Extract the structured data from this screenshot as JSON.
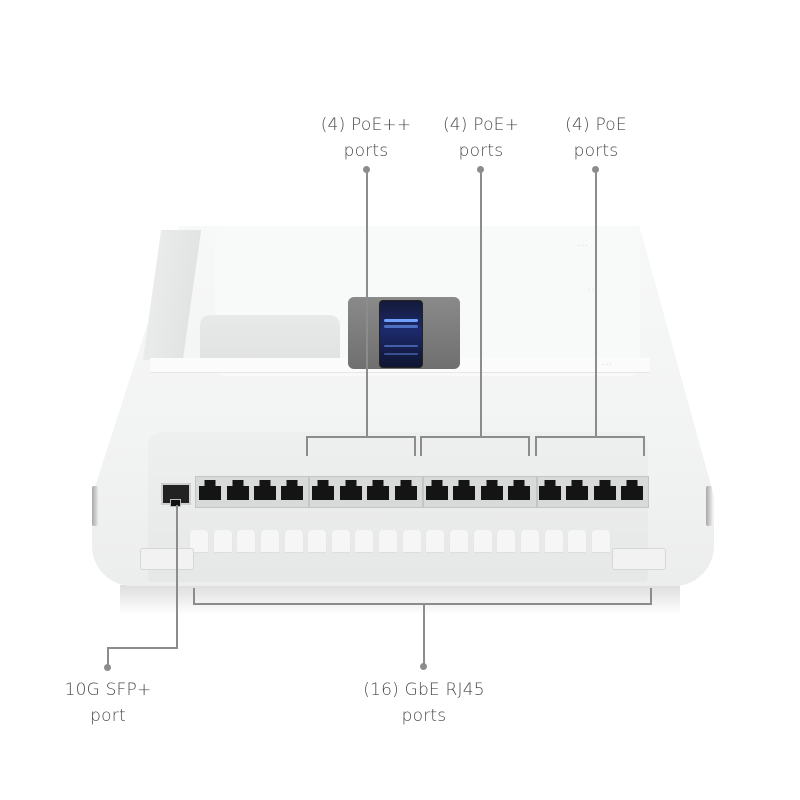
{
  "image": {
    "subject": "network switch product diagram, rear/port view",
    "background_color": "#ffffff",
    "line_color": "#8c8c8c",
    "text_color": "#4a4a4a"
  },
  "callouts": {
    "poe_pp": {
      "line1": "(4) PoE++",
      "line2": "ports"
    },
    "poe_p": {
      "line1": "(4) PoE+",
      "line2": "ports"
    },
    "poe": {
      "line1": "(4) PoE",
      "line2": "ports"
    },
    "sfp": {
      "line1": "10G SFP+",
      "line2": "port"
    },
    "rj45": {
      "line1": "(16) GbE RJ45",
      "line2": "ports"
    }
  },
  "device": {
    "rj45_port_count": 16,
    "sfp_port_count": 1,
    "port_groups": [
      "GbE 1-4",
      "PoE++ 5-8",
      "PoE+ 9-12",
      "PoE 13-16"
    ],
    "display": "touchscreen (dark blue UI)"
  }
}
